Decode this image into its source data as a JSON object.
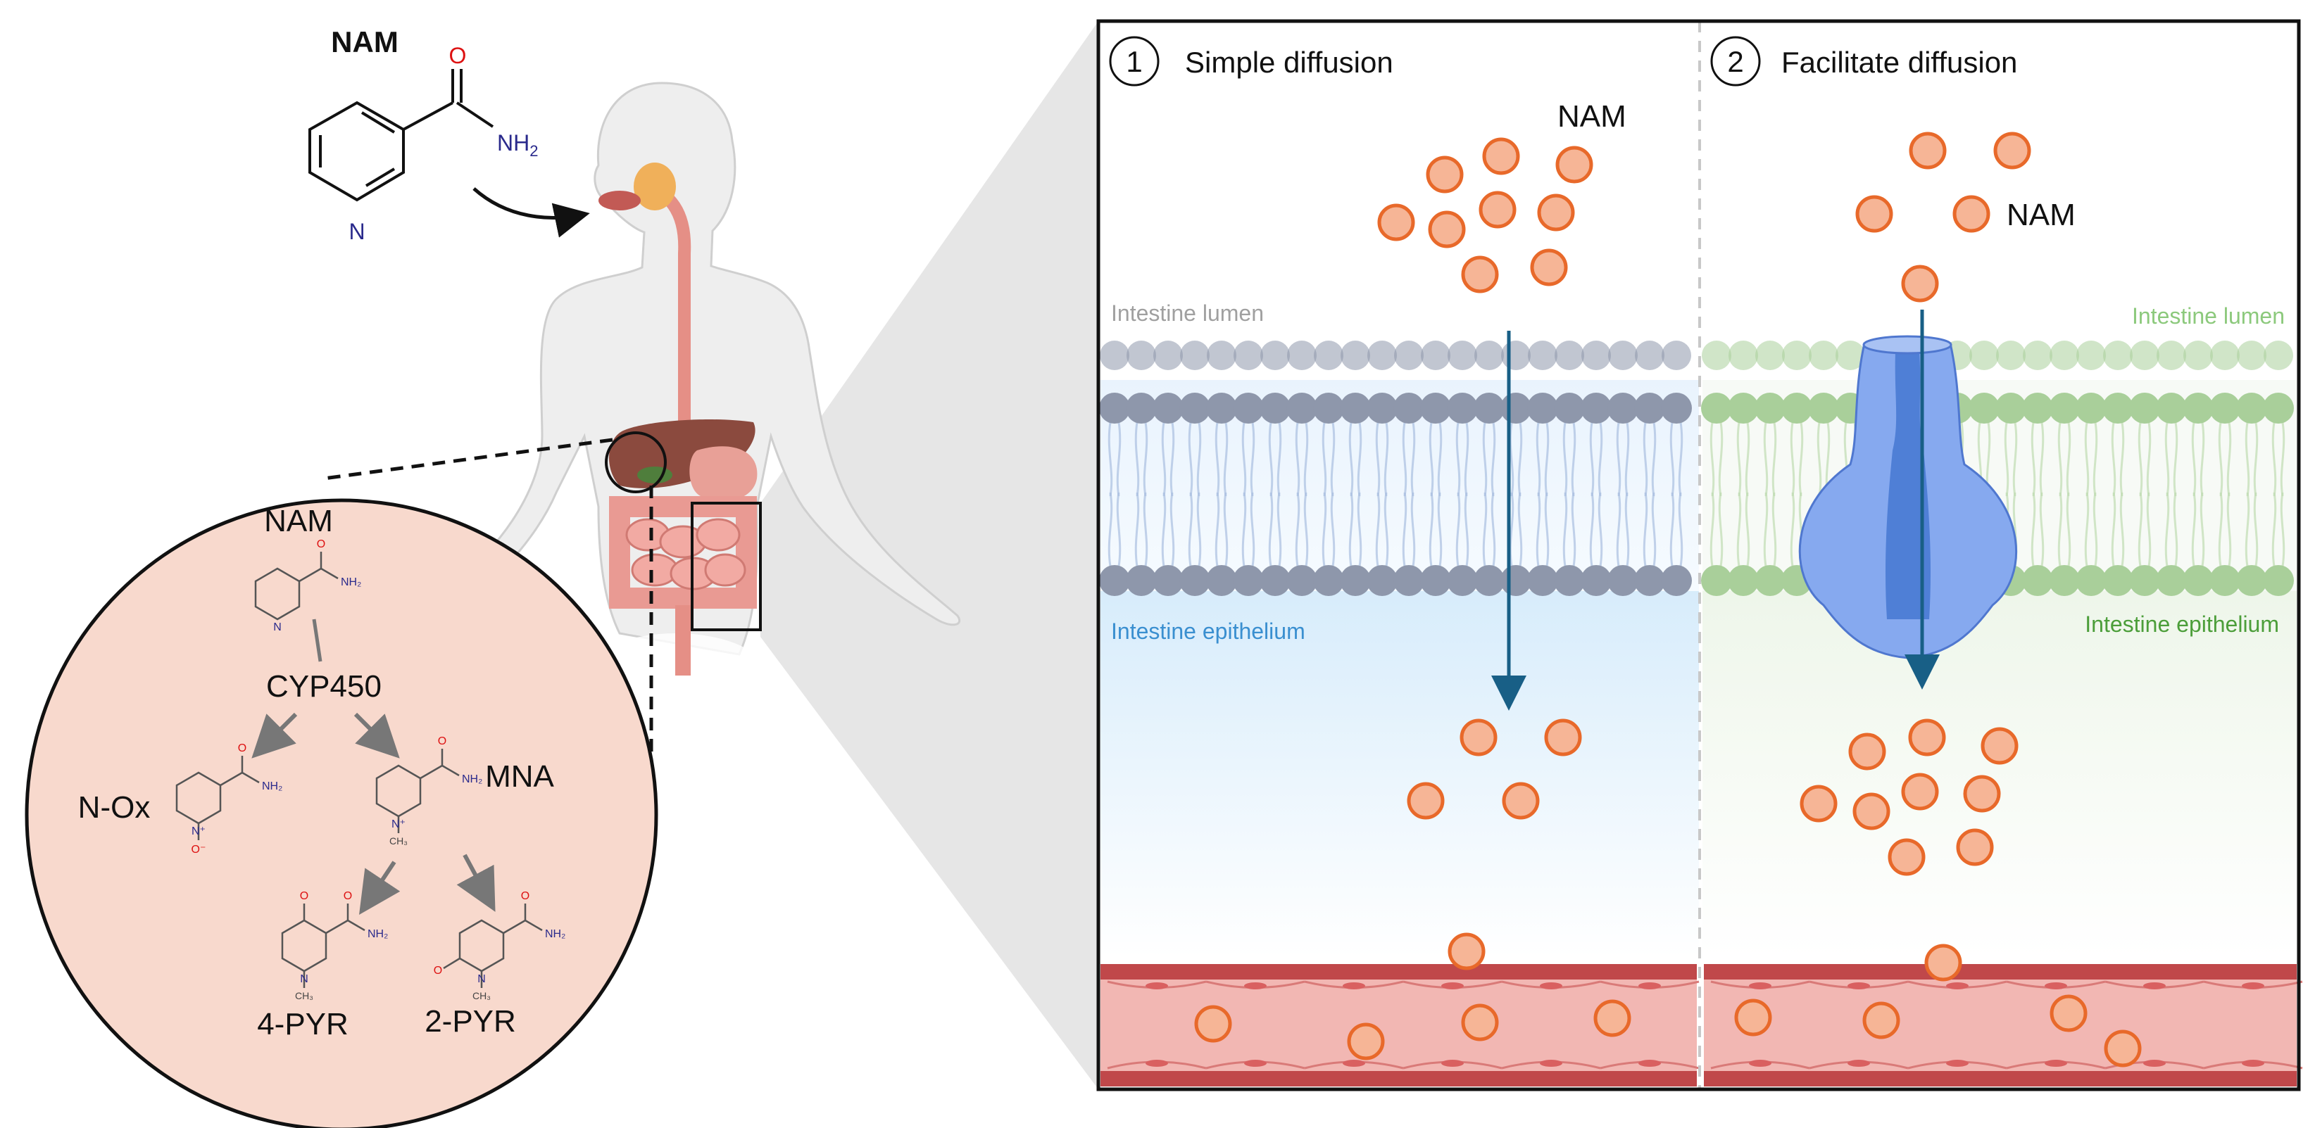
{
  "top_molecule": {
    "title": "NAM",
    "oxygen_label": "O",
    "nh2_label": "NH",
    "nh2_subscript": "2",
    "nitrogen_label": "N"
  },
  "metabolism_circle": {
    "nam_label": "NAM",
    "enzyme_label": "CYP450",
    "products": {
      "n_ox": "N-Ox",
      "mna": "MNA",
      "pyr4": "4-PYR",
      "pyr2": "2-PYR"
    },
    "small_atom_labels": {
      "o": "O",
      "n": "N",
      "nh2": "NH₂",
      "ch3": "CH₃",
      "n_plus": "N⁺",
      "o_minus": "O⁻"
    }
  },
  "panel_simple": {
    "number": "1",
    "title": "Simple diffusion",
    "nam_label": "NAM",
    "lumen_label": "Intestine lumen",
    "epithelium_label": "Intestine epithelium"
  },
  "panel_facilitated": {
    "number": "2",
    "title": "Facilitate diffusion",
    "nam_label": "NAM",
    "lumen_label": "Intestine lumen",
    "epithelium_label": "Intestine epithelium"
  },
  "colors": {
    "nam_particle_fill": "#f6b596",
    "nam_particle_stroke": "#e8692a",
    "membrane_gray": "#8e97ab",
    "membrane_green": "#a9cf9a",
    "transporter_blue": "#6f99e8",
    "arrow_blue": "#185f86",
    "vessel_red": "#c0484a",
    "vessel_pink": "#f2b7b3",
    "circle_fill": "#f8d9cd",
    "lumen_label_gray": "#a0a0a0",
    "lumen_label_green": "#8cc97c",
    "epithelium_blue": "#3a8fd0",
    "epithelium_green": "#4c9e3a"
  }
}
